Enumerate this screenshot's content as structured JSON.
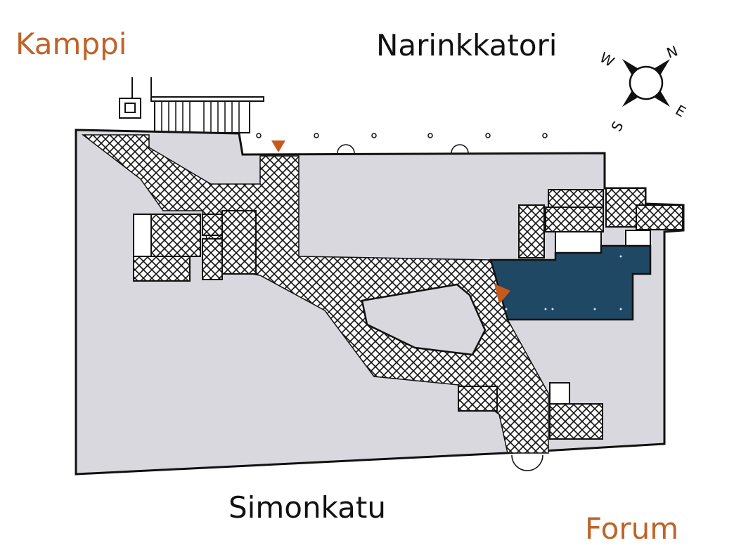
{
  "labels": {
    "area_top_left": "Kamppi",
    "street_top": "Narinkkatori",
    "street_bottom": "Simonkatu",
    "area_bottom_right": "Forum"
  },
  "compass": {
    "n": "N",
    "e": "E",
    "s": "S",
    "w": "W"
  },
  "colors": {
    "floor": "#d8d8de",
    "highlight": "#1f4864",
    "marker": "#c55a1e",
    "area_label": "#c0632a"
  },
  "icons": [
    "compass-icon",
    "entrance-marker-icon",
    "you-are-here-marker-icon"
  ]
}
